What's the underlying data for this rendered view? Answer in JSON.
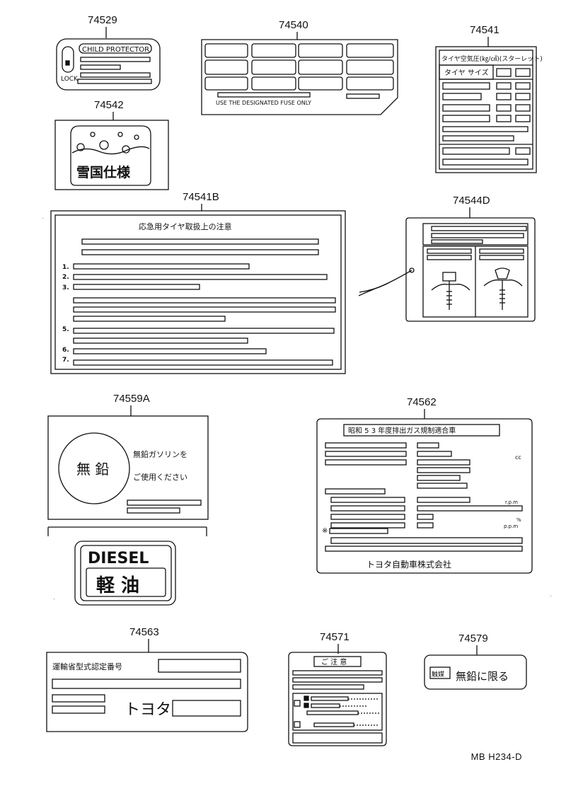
{
  "part_numbers": {
    "p74529": "74529",
    "p74540": "74540",
    "p74541": "74541",
    "p74542": "74542",
    "p74541B": "74541B",
    "p74544D": "74544D",
    "p74559A": "74559A",
    "p74562": "74562",
    "p74563": "74563",
    "p74571": "74571",
    "p74579": "74579"
  },
  "labels": {
    "child_protector_title": "CHILD PROTECTOR",
    "child_protector_lock": "LOCK",
    "fuse_note": "USE  THE  DESIGNATED  FUSE ONLY",
    "tire_pressure_title": "タイヤ空気圧(㎏/㎠)(スターレット)",
    "tire_size_header": "タイヤ サイズ",
    "snow_spec": "雪国仕様",
    "spare_tire_title": "応急用タイヤ取扱上の注意",
    "spare_tire_items": [
      "1.",
      "2.",
      "3.",
      "5.",
      "6.",
      "7."
    ],
    "unleaded_big": "無 鉛",
    "unleaded_line1": "無鉛ガソリンを",
    "unleaded_line2": "ご使用ください",
    "diesel_en": "DIESEL",
    "diesel_jp": "軽 油",
    "emission_title": "昭和 5 3  年度排出ガス規制適合車",
    "emission_unit_cc": "cc",
    "emission_unit_rpm1": "r.p.m",
    "emission_unit_pct": "%",
    "emission_unit_rpm2": "p.p.m",
    "emission_asterisk": "※",
    "emission_maker": "トヨタ自動車株式会社",
    "type_cert_title": "運輸省型式認定番号",
    "type_cert_maker": "トヨタ",
    "caution_title": "ご 注 意",
    "fuel_tag_small": "触媒",
    "fuel_tag_text": "無鉛に限る"
  },
  "footer_code": "MB  H234-D"
}
